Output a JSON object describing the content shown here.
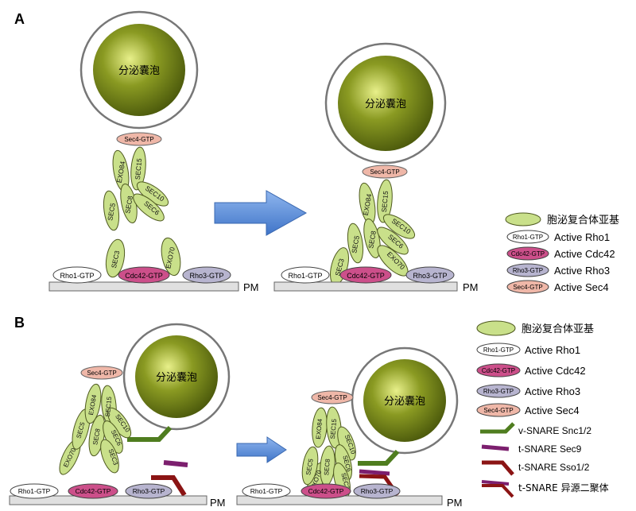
{
  "panels": {
    "A": {
      "letter": "A",
      "vesicle_label": "分泌囊泡",
      "sec4": "Sec4-GTP",
      "pm": "PM",
      "rho1": "Rho1-GTP",
      "cdc42": "Cdc42-GTP",
      "rho3": "Rho3-GTP",
      "subunits": {
        "exo84": "EXO84",
        "sec15": "SEC15",
        "sec10": "SEC10",
        "sec5": "SEC5",
        "sec8": "SEC8",
        "sec6": "SEC6",
        "sec3": "SEC3",
        "exo70": "EXO70"
      }
    },
    "B": {
      "letter": "B",
      "vesicle_label": "分泌囊泡",
      "sec4": "Sec4-GTP",
      "pm": "PM",
      "rho1": "Rho1-GTP",
      "cdc42": "Cdc42-GTP",
      "rho3": "Rho3-GTP",
      "subunits": {
        "exo70": "EXO70",
        "sec5": "SEC5",
        "exo84": "EXO84",
        "sec8": "SEC8",
        "sec15": "SEC15",
        "sec10": "SEC10",
        "sec6": "SEC6",
        "sec3": "SEC3"
      }
    }
  },
  "legend_a": {
    "subunit": "胞泌复合体亚基",
    "rho1_badge": "Rho1-GTP",
    "rho1": "Active Rho1",
    "cdc42_badge": "Cdc42-GTP",
    "cdc42": "Active Cdc42",
    "rho3_badge": "Rho3-GTP",
    "rho3": "Active Rho3",
    "sec4_badge": "Sec4-GTP",
    "sec4": "Active Sec4"
  },
  "legend_b": {
    "subunit": "胞泌复合体亚基",
    "rho1_badge": "Rho1-GTP",
    "rho1": "Active Rho1",
    "cdc42_badge": "Cdc42-GTP",
    "cdc42": "Active Cdc42",
    "rho3_badge": "Rho3-GTP",
    "rho3": "Active Rho3",
    "sec4_badge": "Sec4-GTP",
    "sec4": "Active Sec4",
    "vsnare": "v-SNARE Snc1/2",
    "tsnare_sec9": "t-SNARE Sec9",
    "tsnare_sso": "t-SNARE Sso1/2",
    "tsnare_complex": "t-SNARE 异源二聚体"
  },
  "colors": {
    "subunit": "#c9e08a",
    "vesicle": "#6e7f1a",
    "cdc42": "#cc4f8a",
    "rho3": "#b7b4cf",
    "sec4": "#efb7a8",
    "rho1": "#ffffff",
    "vsnare": "#4f7d1f",
    "sec9": "#7c1f6e",
    "sso": "#8b1414",
    "arrow": "#5b8dd6"
  }
}
